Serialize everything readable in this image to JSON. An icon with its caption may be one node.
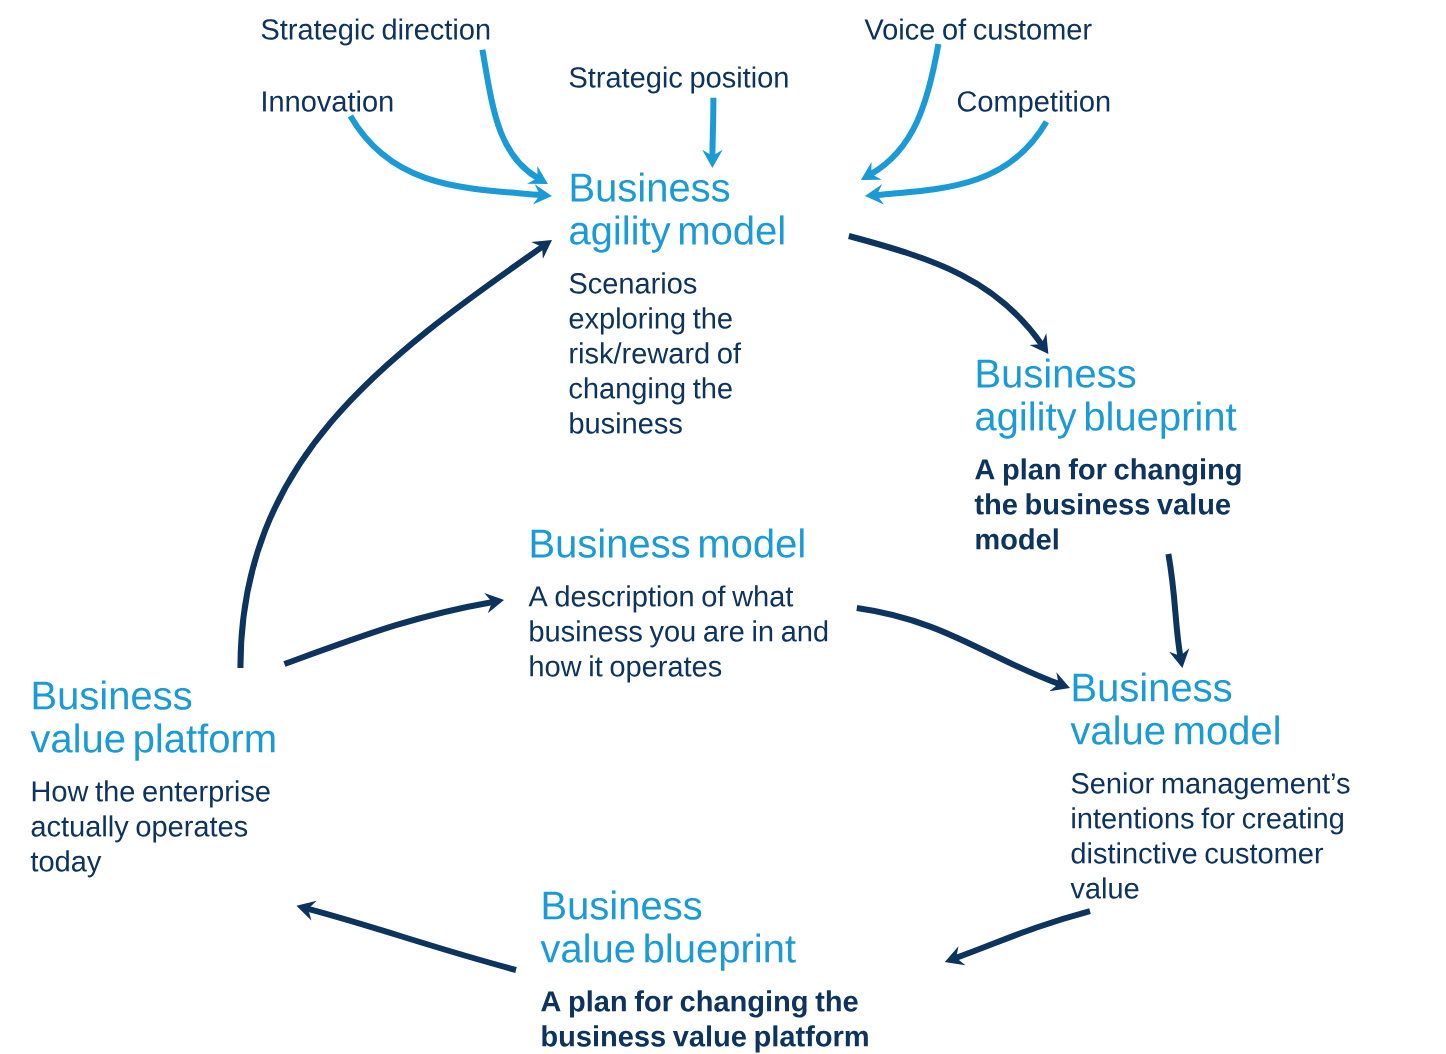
{
  "diagram": {
    "nodes": [
      {
        "text": [
          "Strategic direction"
        ]
      },
      {
        "text": [
          "Voice of customer"
        ]
      },
      {
        "text": [
          "Strategic position"
        ]
      },
      {
        "text": [
          "Innovation"
        ]
      },
      {
        "text": [
          "Competition"
        ]
      },
      {
        "text": [
          "Business agility model",
          "Scenarios exploring the risk/reward of changing the business"
        ]
      },
      {
        "text": [
          "Business agility blueprint",
          "A plan for changing the business value model"
        ]
      },
      {
        "text": [
          "Business model",
          "A description of what business you are in and how it operates"
        ]
      },
      {
        "text": [
          "Business value platform",
          "How the enterprise actually operates today"
        ]
      },
      {
        "text": [
          "Business value model",
          "Senior management’s intentions for creating distinctive customer value"
        ]
      },
      {
        "text": [
          "Business value blueprint",
          "A plan for changing the business value platform"
        ]
      }
    ],
    "edges": [
      {
        "from": 0,
        "to": 5,
        "arrow": "to",
        "color": "#1a9ad6"
      },
      {
        "from": 1,
        "to": 5,
        "arrow": "to",
        "color": "#1a9ad6"
      },
      {
        "from": 2,
        "to": 5,
        "arrow": "to",
        "color": "#1a9ad6"
      },
      {
        "from": 3,
        "to": 5,
        "arrow": "to",
        "color": "#1a9ad6"
      },
      {
        "from": 4,
        "to": 5,
        "arrow": "to",
        "color": "#1a9ad6"
      },
      {
        "from": 5,
        "to": 6,
        "arrow": "to"
      },
      {
        "from": 6,
        "to": 9,
        "arrow": "to"
      },
      {
        "from": 9,
        "to": 10,
        "arrow": "to"
      },
      {
        "from": 10,
        "to": 8,
        "arrow": "to"
      },
      {
        "from": 8,
        "to": 5,
        "arrow": "to"
      },
      {
        "from": 8,
        "to": 7,
        "arrow": "to"
      },
      {
        "from": 7,
        "to": 9,
        "arrow": "to"
      }
    ]
  }
}
